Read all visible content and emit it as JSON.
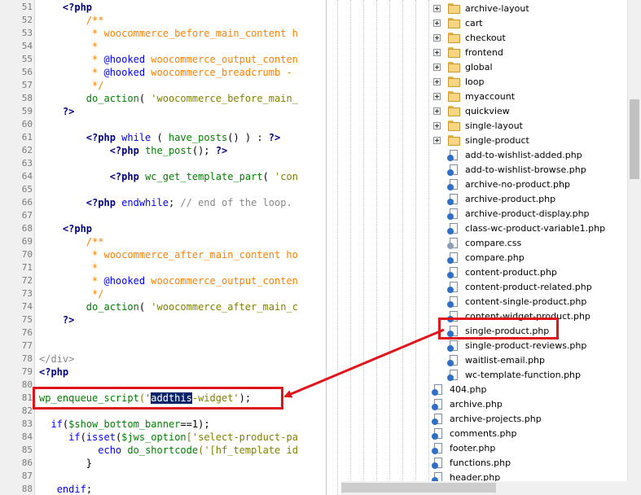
{
  "editor": {
    "lines": [
      {
        "n": "51",
        "segs": [
          {
            "t": "    ",
            "c": "plain"
          },
          {
            "t": "<?php",
            "c": "tag"
          }
        ]
      },
      {
        "n": "52",
        "segs": [
          {
            "t": "        /**",
            "c": "cm"
          }
        ]
      },
      {
        "n": "53",
        "segs": [
          {
            "t": "         * woocommerce_before_main_content h",
            "c": "cm"
          }
        ]
      },
      {
        "n": "54",
        "segs": [
          {
            "t": "         *",
            "c": "cm"
          }
        ]
      },
      {
        "n": "55",
        "segs": [
          {
            "t": "         * ",
            "c": "cm"
          },
          {
            "t": "@hooked",
            "c": "kw"
          },
          {
            "t": " woocommerce_output_conten",
            "c": "cm"
          }
        ]
      },
      {
        "n": "56",
        "segs": [
          {
            "t": "         * ",
            "c": "cm"
          },
          {
            "t": "@hooked",
            "c": "kw"
          },
          {
            "t": " woocommerce_breadcrumb -",
            "c": "cm"
          }
        ]
      },
      {
        "n": "57",
        "segs": [
          {
            "t": "         */",
            "c": "cm"
          }
        ]
      },
      {
        "n": "58",
        "segs": [
          {
            "t": "        ",
            "c": "plain"
          },
          {
            "t": "do_action",
            "c": "fn"
          },
          {
            "t": "( ",
            "c": "plain"
          },
          {
            "t": "'woocommerce_before_main_",
            "c": "str"
          }
        ]
      },
      {
        "n": "59",
        "segs": [
          {
            "t": "    ",
            "c": "plain"
          },
          {
            "t": "?>",
            "c": "tag"
          }
        ]
      },
      {
        "n": "60",
        "segs": []
      },
      {
        "n": "61",
        "segs": [
          {
            "t": "        ",
            "c": "plain"
          },
          {
            "t": "<?php",
            "c": "tag"
          },
          {
            "t": " ",
            "c": "plain"
          },
          {
            "t": "while",
            "c": "kw"
          },
          {
            "t": " ( ",
            "c": "plain"
          },
          {
            "t": "have_posts",
            "c": "fn"
          },
          {
            "t": "() ) : ",
            "c": "plain"
          },
          {
            "t": "?>",
            "c": "tag"
          }
        ]
      },
      {
        "n": "62",
        "segs": [
          {
            "t": "            ",
            "c": "plain"
          },
          {
            "t": "<?php",
            "c": "tag"
          },
          {
            "t": " ",
            "c": "plain"
          },
          {
            "t": "the_post",
            "c": "fn"
          },
          {
            "t": "(); ",
            "c": "plain"
          },
          {
            "t": "?>",
            "c": "tag"
          }
        ]
      },
      {
        "n": "63",
        "segs": []
      },
      {
        "n": "64",
        "segs": [
          {
            "t": "            ",
            "c": "plain"
          },
          {
            "t": "<?php",
            "c": "tag"
          },
          {
            "t": " ",
            "c": "plain"
          },
          {
            "t": "wc_get_template_part",
            "c": "fn"
          },
          {
            "t": "( ",
            "c": "plain"
          },
          {
            "t": "'con",
            "c": "str"
          }
        ]
      },
      {
        "n": "65",
        "segs": []
      },
      {
        "n": "66",
        "segs": [
          {
            "t": "        ",
            "c": "plain"
          },
          {
            "t": "<?php",
            "c": "tag"
          },
          {
            "t": " ",
            "c": "plain"
          },
          {
            "t": "endwhile",
            "c": "kw"
          },
          {
            "t": "; ",
            "c": "plain"
          },
          {
            "t": "// end of the loop.",
            "c": "cm2"
          }
        ]
      },
      {
        "n": "67",
        "segs": []
      },
      {
        "n": "68",
        "segs": [
          {
            "t": "    ",
            "c": "plain"
          },
          {
            "t": "<?php",
            "c": "tag"
          }
        ]
      },
      {
        "n": "69",
        "segs": [
          {
            "t": "        /**",
            "c": "cm"
          }
        ]
      },
      {
        "n": "70",
        "segs": [
          {
            "t": "         * woocommerce_after_main_content ho",
            "c": "cm"
          }
        ]
      },
      {
        "n": "71",
        "segs": [
          {
            "t": "         *",
            "c": "cm"
          }
        ]
      },
      {
        "n": "72",
        "segs": [
          {
            "t": "         * ",
            "c": "cm"
          },
          {
            "t": "@hooked",
            "c": "kw"
          },
          {
            "t": " woocommerce_output_conten",
            "c": "cm"
          }
        ]
      },
      {
        "n": "73",
        "segs": [
          {
            "t": "         */",
            "c": "cm"
          }
        ]
      },
      {
        "n": "74",
        "segs": [
          {
            "t": "        ",
            "c": "plain"
          },
          {
            "t": "do_action",
            "c": "fn"
          },
          {
            "t": "( ",
            "c": "plain"
          },
          {
            "t": "'woocommerce_after_main_c",
            "c": "str"
          }
        ]
      },
      {
        "n": "75",
        "segs": [
          {
            "t": "    ",
            "c": "plain"
          },
          {
            "t": "?>",
            "c": "tag"
          }
        ]
      },
      {
        "n": "76",
        "segs": []
      },
      {
        "n": "77",
        "segs": []
      },
      {
        "n": "78",
        "segs": [
          {
            "t": "</div>",
            "c": "cm2"
          }
        ]
      },
      {
        "n": "79",
        "segs": [
          {
            "t": "<?php",
            "c": "tag"
          }
        ]
      },
      {
        "n": "80",
        "segs": []
      },
      {
        "n": "81",
        "segs": [
          {
            "t": "wp_enqueue_script",
            "c": "fn"
          },
          {
            "t": "('",
            "c": "str"
          },
          {
            "t": "addthis",
            "c": "hl"
          },
          {
            "t": "-widget'",
            "c": "str"
          },
          {
            "t": ");",
            "c": "plain"
          }
        ]
      },
      {
        "n": "82",
        "segs": []
      },
      {
        "n": "83",
        "segs": [
          {
            "t": "  ",
            "c": "plain"
          },
          {
            "t": "if",
            "c": "kw"
          },
          {
            "t": "(",
            "c": "plain"
          },
          {
            "t": "$show_bottom_banner",
            "c": "fn"
          },
          {
            "t": "==1);",
            "c": "plain"
          }
        ]
      },
      {
        "n": "84",
        "segs": [
          {
            "t": "     ",
            "c": "plain"
          },
          {
            "t": "if",
            "c": "kw"
          },
          {
            "t": "(",
            "c": "plain"
          },
          {
            "t": "isset",
            "c": "kw"
          },
          {
            "t": "(",
            "c": "plain"
          },
          {
            "t": "$jws_option",
            "c": "fn"
          },
          {
            "t": "['select-product-pa",
            "c": "str"
          }
        ]
      },
      {
        "n": "85",
        "segs": [
          {
            "t": "          ",
            "c": "plain"
          },
          {
            "t": "echo",
            "c": "kw"
          },
          {
            "t": " ",
            "c": "plain"
          },
          {
            "t": "do_shortcode",
            "c": "fn"
          },
          {
            "t": "('[hf_template id",
            "c": "str"
          }
        ]
      },
      {
        "n": "86",
        "segs": [
          {
            "t": "        }",
            "c": "plain"
          }
        ]
      },
      {
        "n": "87",
        "segs": []
      },
      {
        "n": "88",
        "segs": [
          {
            "t": "   ",
            "c": "plain"
          },
          {
            "t": "endif",
            "c": "kw"
          },
          {
            "t": ";",
            "c": "plain"
          }
        ]
      }
    ]
  },
  "tree": {
    "folders": [
      "archive-layout",
      "cart",
      "checkout",
      "frontend",
      "global",
      "loop",
      "myaccount",
      "quickview",
      "single-layout",
      "single-product"
    ],
    "files": [
      "add-to-wishlist-added.php",
      "add-to-wishlist-browse.php",
      "archive-no-product.php",
      "archive-product.php",
      "archive-product-display.php",
      "class-wc-product-variable1.php",
      "compare.css",
      "compare.php",
      "content-product.php",
      "content-product-related.php",
      "content-single-product.php",
      "content-widget-product.php",
      "single-product.php",
      "single-product-reviews.php",
      "waitlist-email.php",
      "wc-template-function.php"
    ],
    "root_files": [
      "404.php",
      "archive.php",
      "archive-projects.php",
      "comments.php",
      "footer.php",
      "functions.php",
      "header.php"
    ]
  },
  "colors": {
    "annotation": "#e0141b",
    "selection": "#0a246a"
  }
}
